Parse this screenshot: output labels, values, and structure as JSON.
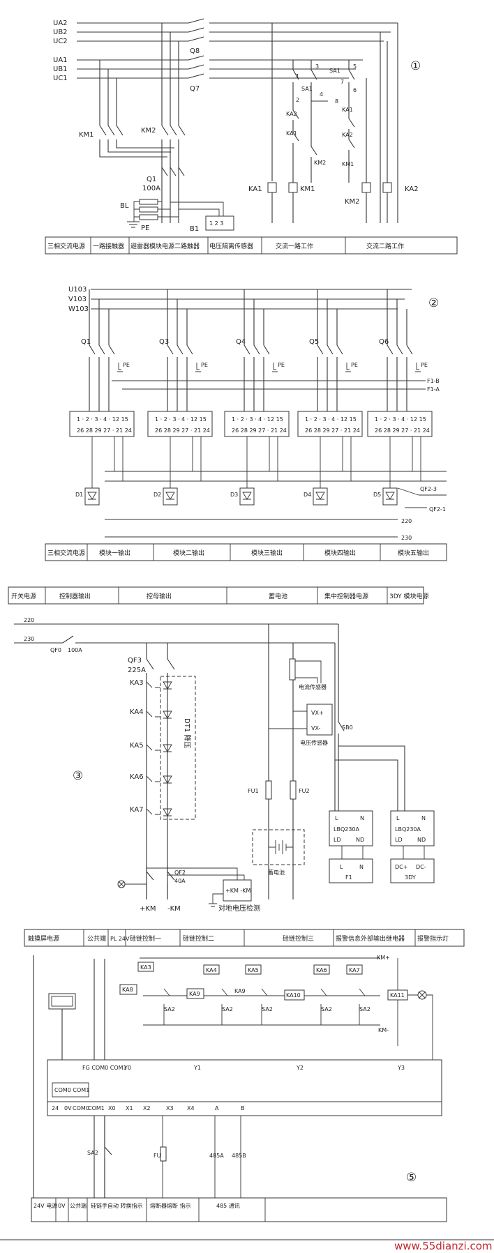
{
  "watermark": "www.55dianzi.com",
  "section_marks": [
    "①",
    "②",
    "③",
    "⑤"
  ],
  "s1": {
    "buses_top": [
      "UA2",
      "UB2",
      "UC2"
    ],
    "buses_bot": [
      "UA1",
      "UB1",
      "UC1"
    ],
    "switches": [
      "Q8",
      "Q7"
    ],
    "contactors": [
      "KM1",
      "KM2"
    ],
    "breaker": "Q1",
    "breaker_rating": "100A",
    "bl": "BL",
    "pe": "PE",
    "b1": "B1",
    "b1_terms": "1  2  3",
    "relay_labels": [
      "SA1",
      "SA1",
      "KA2",
      "KA1",
      "KM2",
      "KA1",
      "KA2",
      "KM1"
    ],
    "pin_numbers": [
      "1",
      "2",
      "3",
      "4",
      "5",
      "6",
      "7",
      "8"
    ],
    "coils": [
      "KA1",
      "KM1",
      "KM2",
      "KA2"
    ],
    "header": [
      "三相交流电源",
      "一路接触器",
      "避雷器模块电源二路触器",
      "电压隔离传感器",
      "交流一路工作",
      "交流二路工作"
    ]
  },
  "s2": {
    "buses": [
      "U103",
      "V103",
      "W103"
    ],
    "switches": [
      "Q1",
      "Q3",
      "Q4",
      "Q5",
      "Q6"
    ],
    "pe": "PE",
    "f1b": "F1-B",
    "f1a": "F1-A",
    "module_top": "1 · 2 · 3 · 4 · 12 15",
    "module_bot": "26 28 29 27 · 21 24",
    "diodes": [
      "D1",
      "D2",
      "D3",
      "D4",
      "D5"
    ],
    "qf23": "QF2-3",
    "qf21": "QF2-1",
    "v220": "220",
    "v230": "230",
    "header": [
      "三相交流电源",
      "模块一输出",
      "模块二输出",
      "模块三输出",
      "模块四输出",
      "模块五输出"
    ]
  },
  "s3": {
    "header": [
      "开关电源",
      "控制器输出",
      "控母输出",
      "蓄电池",
      "集中控制器电源",
      "3DY 模块电源"
    ],
    "v220": "220",
    "v230": "230",
    "qf0": "QF0",
    "qf0_rating": "100A",
    "qf3": "QF3",
    "qf3_rating": "225A",
    "ka": [
      "KA3",
      "KA4",
      "KA5",
      "KA6",
      "KA7"
    ],
    "dt": "DT1 降压",
    "current_sensor": "电流传感器",
    "vx_plus": "VX+",
    "vx_minus": "VX-",
    "voltage_sensor": "电压传感器",
    "sb0": "SB0",
    "fu1": "FU1",
    "fu2": "FU2",
    "battery": "蓄电池",
    "lbq_l": "L",
    "lbq_n": "N",
    "lbq_name": "LBQ230A",
    "lbq_ld": "LD",
    "lbq_nd": "ND",
    "f1": "F1",
    "dc_plus": "DC+",
    "dc_minus": "DC-",
    "dy3": "3DY",
    "qf2": "QF2",
    "qf2_rating": "40A",
    "km_plus": "+KM",
    "km_minus": "-KM",
    "ground_check": "对地电压检测",
    "ground_box": "+KM -KM"
  },
  "s5": {
    "header": [
      "触摸屏电源",
      "公共端",
      "PL 24V",
      "硅链控制一",
      "硅链控制二",
      "硅链控制三",
      "报警信息外部输出继电器",
      "报警指示灯"
    ],
    "relays": [
      "KA3",
      "KA4",
      "KA5",
      "KA6",
      "KA7"
    ],
    "coils": [
      "KA8",
      "KA9",
      "KA9",
      "KA10",
      "KA11"
    ],
    "sa2": "SA2",
    "km_plus": "KM+",
    "km_minus": "KM-",
    "plc_top": "FG COM0 COM1",
    "plc_outputs": [
      "Y0",
      "Y1",
      "Y2",
      "Y3"
    ],
    "plc_com": "COM0 COM1",
    "plc_bottom": [
      "24",
      "0V",
      "COM0",
      "COM1",
      "X0",
      "X1",
      "X2",
      "X3",
      "X4",
      "A",
      "B"
    ],
    "fu": "FU",
    "a485": "485A",
    "b485": "485B",
    "footer": [
      "24V 电源",
      "0V",
      "公共端",
      "硅链手自动 转换指示",
      "熔断器熔断 指示",
      "485 通讯"
    ]
  }
}
